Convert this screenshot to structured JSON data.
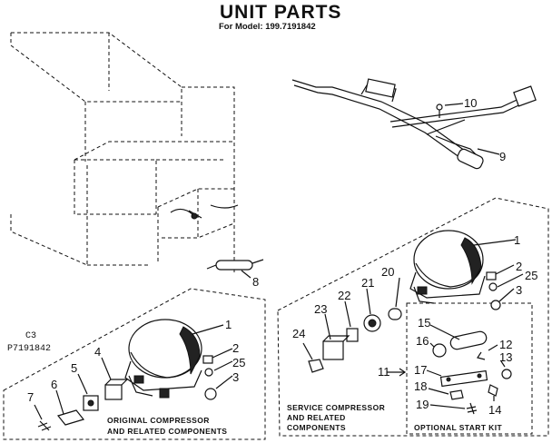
{
  "header": {
    "title": "UNIT PARTS",
    "model_line": "For Model: 199.7191842"
  },
  "callouts": {
    "c1_top": "1",
    "c2_top": "2",
    "c25_top": "25",
    "c3_top": "3",
    "c8": "8",
    "c9": "9",
    "c10": "10",
    "c11": "11",
    "c12": "12",
    "c13": "13",
    "c14": "14",
    "c15": "15",
    "c16": "16",
    "c17": "17",
    "c18": "18",
    "c19": "19",
    "c20": "20",
    "c21": "21",
    "c22": "22",
    "c23": "23",
    "c24": "24",
    "c1_bot": "1",
    "c2_bot": "2",
    "c25_bot": "25",
    "c3_bot": "3",
    "c4": "4",
    "c5": "5",
    "c6": "6",
    "c7": "7"
  },
  "codes": {
    "c3": "C3",
    "part_no": "P7191842"
  },
  "captions": {
    "original_1": "ORIGINAL COMPRESSOR",
    "original_2": "AND RELATED COMPONENTS",
    "service_1": "SERVICE COMPRESSOR",
    "service_2": "AND RELATED",
    "service_3": "COMPONENTS",
    "optional": "OPTIONAL START KIT"
  }
}
